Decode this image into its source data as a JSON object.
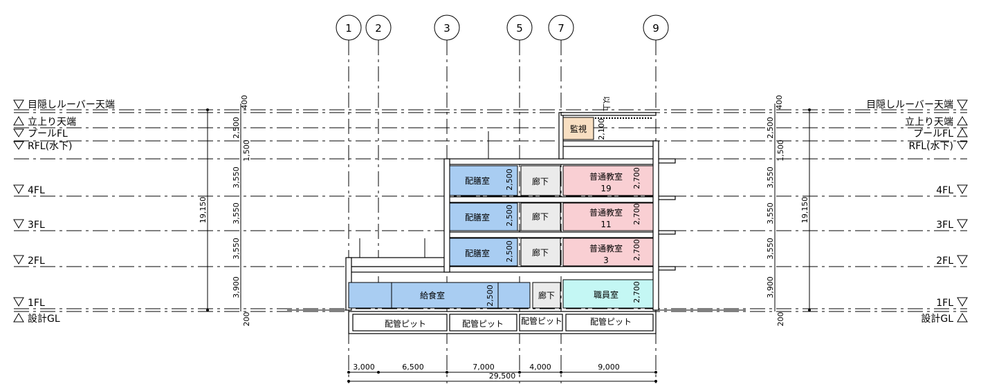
{
  "grid_labels": [
    "1",
    "2",
    "3",
    "5",
    "7",
    "9"
  ],
  "levels": {
    "louver": "目隠しルーバー天端",
    "parapet": "立上り天端",
    "pool": "プールFL",
    "rfl": "RFL(水下)",
    "f4": "4FL",
    "f3": "3FL",
    "f2": "2FL",
    "f1": "1FL",
    "gl": "設計GL"
  },
  "level_dims": {
    "d400": "400",
    "d2500": "2,500",
    "d1500": "1,500",
    "d3550a": "3,550",
    "d3550b": "3,550",
    "d3550c": "3,550",
    "d3900": "3,900",
    "d200": "200",
    "total": "19,150"
  },
  "rooms": {
    "kanshi": "監視",
    "haizen": "配膳室",
    "rouka": "廊下",
    "futsu": "普通教室",
    "no19": "19",
    "no11": "11",
    "no3": "3",
    "kyushoku": "給食室",
    "shokuin": "職員室",
    "pit": "配管ピット"
  },
  "room_dims": {
    "h2500": "2,500",
    "h2700": "2,700",
    "h2100": "2,100",
    "ijo": "以上"
  },
  "span_dims": {
    "s1": "3,000",
    "s2": "6,500",
    "s3": "7,000",
    "s4": "4,000",
    "s5": "9,000",
    "total": "29,500"
  },
  "colors": {
    "haizen": "#a9cdf2",
    "rouka": "#ebebeb",
    "futsu": "#f9cfd3",
    "kyushoku": "#a9cdf2",
    "shokuin": "#c4f7f4",
    "kanshi": "#f8dfc2"
  }
}
